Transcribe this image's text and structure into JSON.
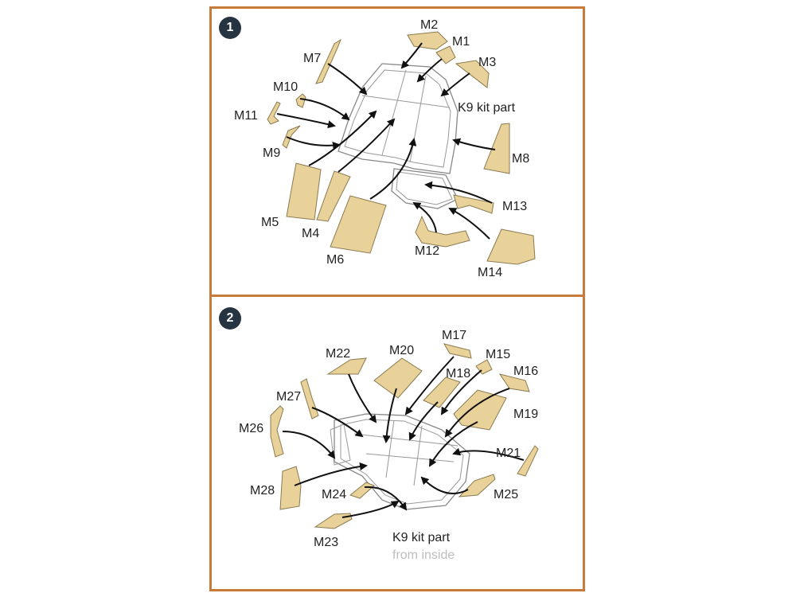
{
  "step1": {
    "badge": "1",
    "kit_label": "K9 kit part",
    "masks": [
      "M1",
      "M2",
      "M3",
      "M4",
      "M5",
      "M6",
      "M7",
      "M8",
      "M9",
      "M10",
      "M11",
      "M12",
      "M13",
      "M14"
    ]
  },
  "step2": {
    "badge": "2",
    "kit_label_line1": "K9 kit part",
    "kit_label_line2": "from inside",
    "masks": [
      "M15",
      "M16",
      "M17",
      "M18",
      "M19",
      "M20",
      "M21",
      "M22",
      "M23",
      "M24",
      "M25",
      "M26",
      "M27",
      "M28"
    ]
  },
  "colors": {
    "frame": "#c87a3a",
    "mask_fill": "#e8d29a",
    "badge": "#263340"
  }
}
